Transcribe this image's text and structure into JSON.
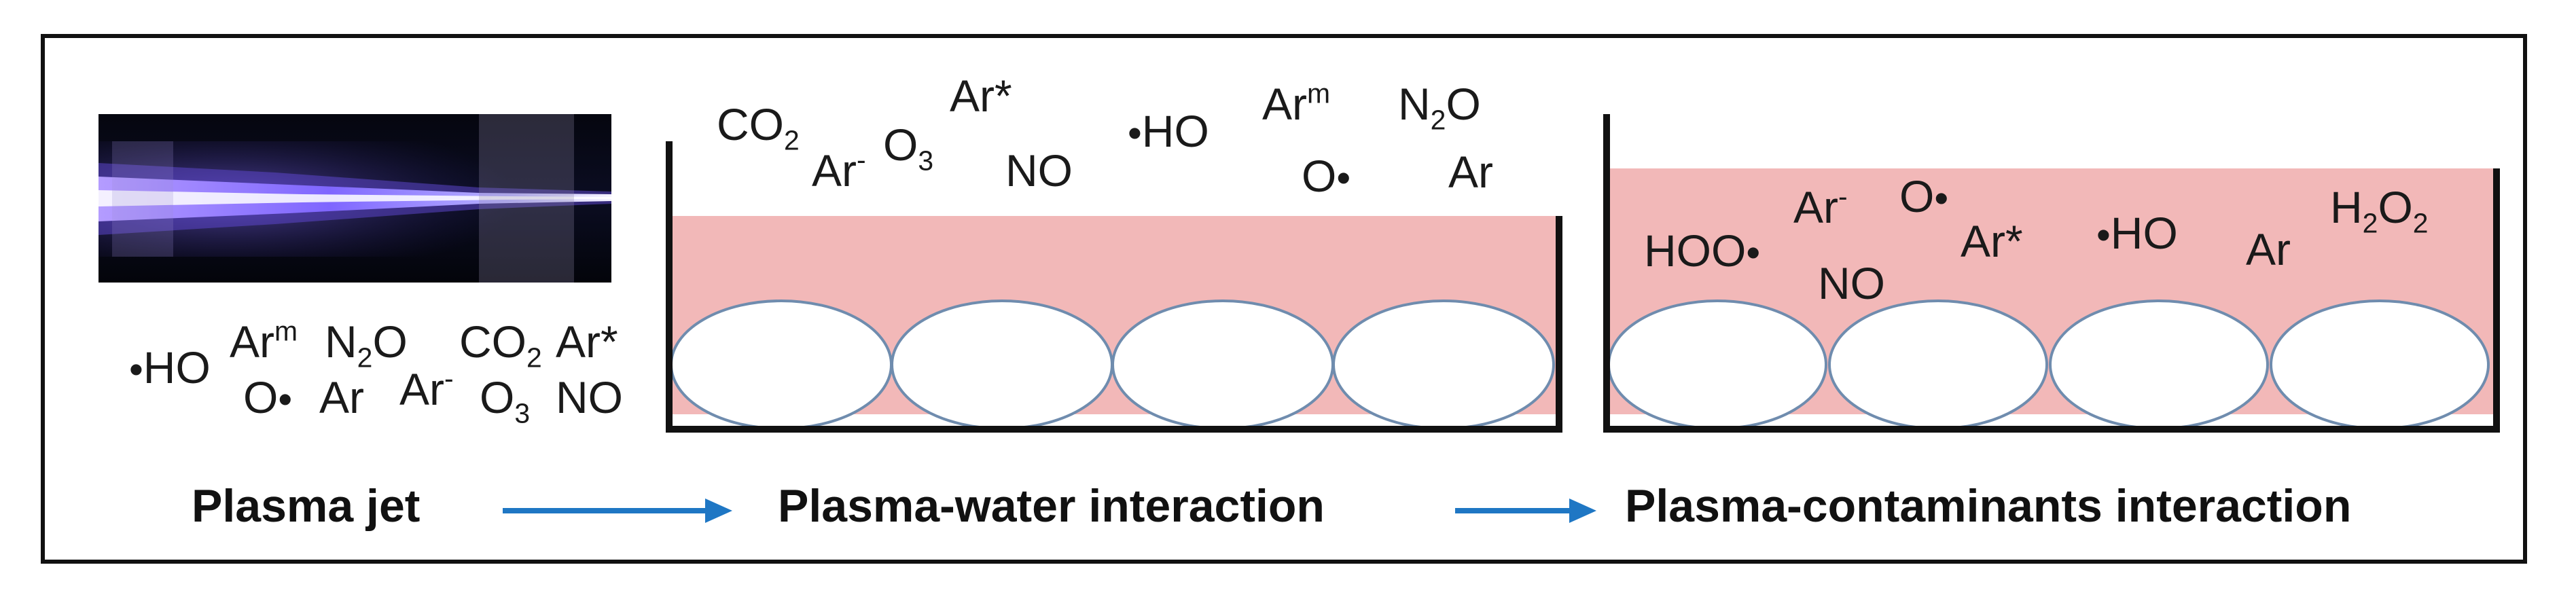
{
  "captions": {
    "jet": "Plasma jet",
    "water": "Plasma-water interaction",
    "contaminants": "Plasma-contaminants interaction"
  },
  "colors": {
    "border": "#111111",
    "liquid": "#f2b8b8",
    "ellipse_stroke": "#6f8cae",
    "arrow": "#1f77c4",
    "plasma": "#8b6cff"
  },
  "species_jet": {
    "ho": "HO",
    "arm_base": "Ar",
    "arm_sup": "m",
    "n2o_a": "N",
    "n2o_sub": "2",
    "n2o_b": "O",
    "co2_a": "CO",
    "co2_sub": "2",
    "arstar": "Ar*",
    "o_rad": "O",
    "ar": "Ar",
    "arminus_base": "Ar",
    "arminus_sup": "-",
    "o3_a": "O",
    "o3_sub": "3",
    "no": "NO"
  },
  "species_water": {
    "co2_a": "CO",
    "co2_sub": "2",
    "arminus_base": "Ar",
    "arminus_sup": "-",
    "o3_a": "O",
    "o3_sub": "3",
    "arstar": "Ar*",
    "no": "NO",
    "ho": "HO",
    "arm_base": "Ar",
    "arm_sup": "m",
    "o_rad": "O",
    "n2o_a": "N",
    "n2o_sub": "2",
    "n2o_b": "O",
    "ar": "Ar"
  },
  "species_contam": {
    "hoo": "HOO",
    "arminus_base": "Ar",
    "arminus_sup": "-",
    "o_rad": "O",
    "no": "NO",
    "arstar": "Ar*",
    "ho": "HO",
    "ar": "Ar",
    "h2o2_a": "H",
    "h2o2_sub1": "2",
    "h2o2_b": "O",
    "h2o2_sub2": "2"
  }
}
